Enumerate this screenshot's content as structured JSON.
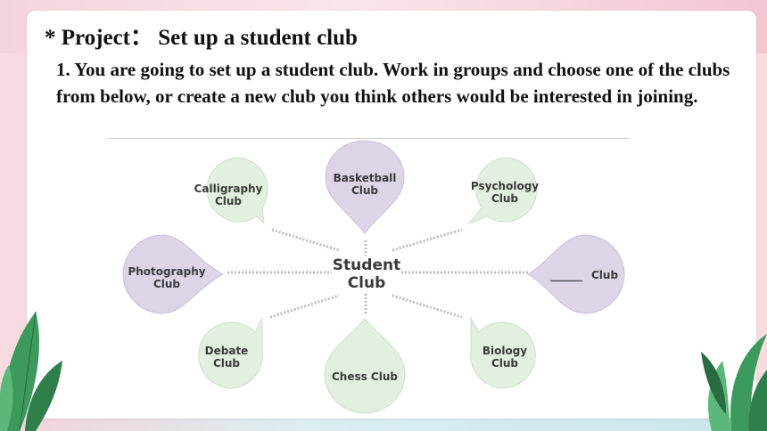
{
  "slide": {
    "title": "* Project： Set up a student club",
    "instructions": "1. You are going to set up a student club. Work in groups and choose one of the clubs from below, or create a new club you think others would be interested in joining."
  },
  "diagram": {
    "center": {
      "line1": "Student",
      "line2": "Club"
    },
    "clubs": {
      "basketball": {
        "line1": "Basketball",
        "line2": "Club"
      },
      "calligraphy": {
        "line1": "Calligraphy",
        "line2": "Club"
      },
      "psychology": {
        "line1": "Psychology",
        "line2": "Club"
      },
      "photography": {
        "line1": "Photography",
        "line2": "Club"
      },
      "blank": {
        "blank": "______",
        "suffix": "Club"
      },
      "debate": {
        "line1": "Debate",
        "line2": "Club"
      },
      "chess": {
        "line1": "Chess Club"
      },
      "biology": {
        "line1": "Biology",
        "line2": "Club"
      }
    }
  },
  "colors": {
    "green_bubble": "#e2f0df",
    "purple_bubble": "#ddd4e8",
    "text_dark": "#3a3a3a",
    "pink_background": "#f7dbe1",
    "leaf_green": "#3c9a5c"
  }
}
